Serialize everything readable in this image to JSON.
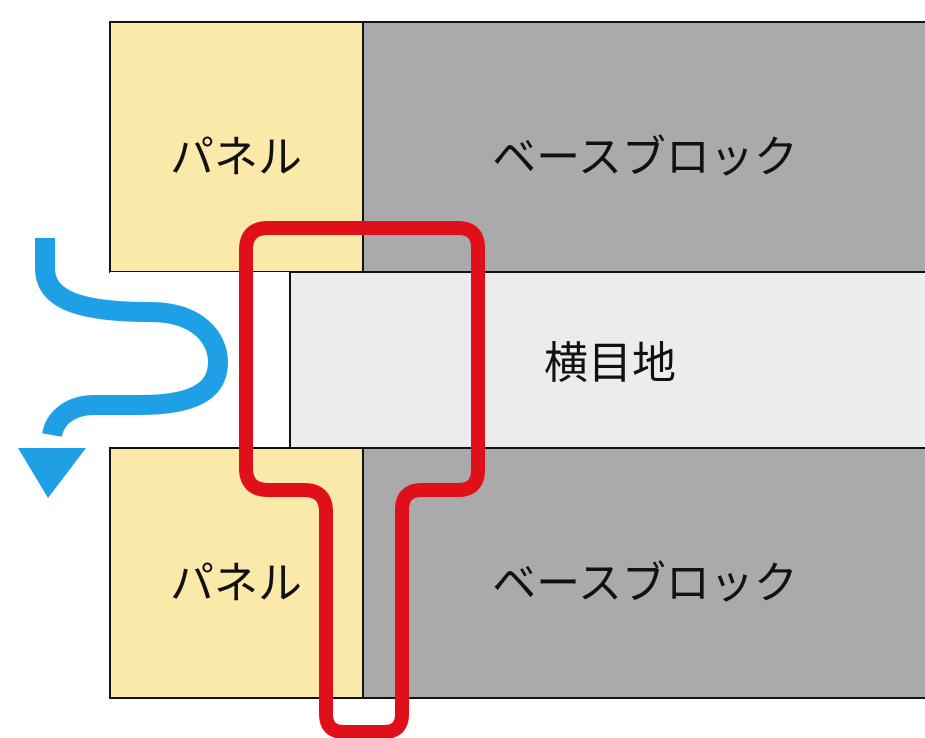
{
  "labels": {
    "panel_top": "パネル",
    "base_block_top": "ベースブロック",
    "horizontal_joint": "横目地",
    "panel_bottom": "パネル",
    "base_block_bottom": "ベースブロック"
  },
  "colors": {
    "panel": "#fbe9a9",
    "base_block": "#aaaaaa",
    "joint": "#ececec",
    "outline": "#111111",
    "highlight": "#e0101a",
    "water_arrow": "#1e9fe6"
  }
}
